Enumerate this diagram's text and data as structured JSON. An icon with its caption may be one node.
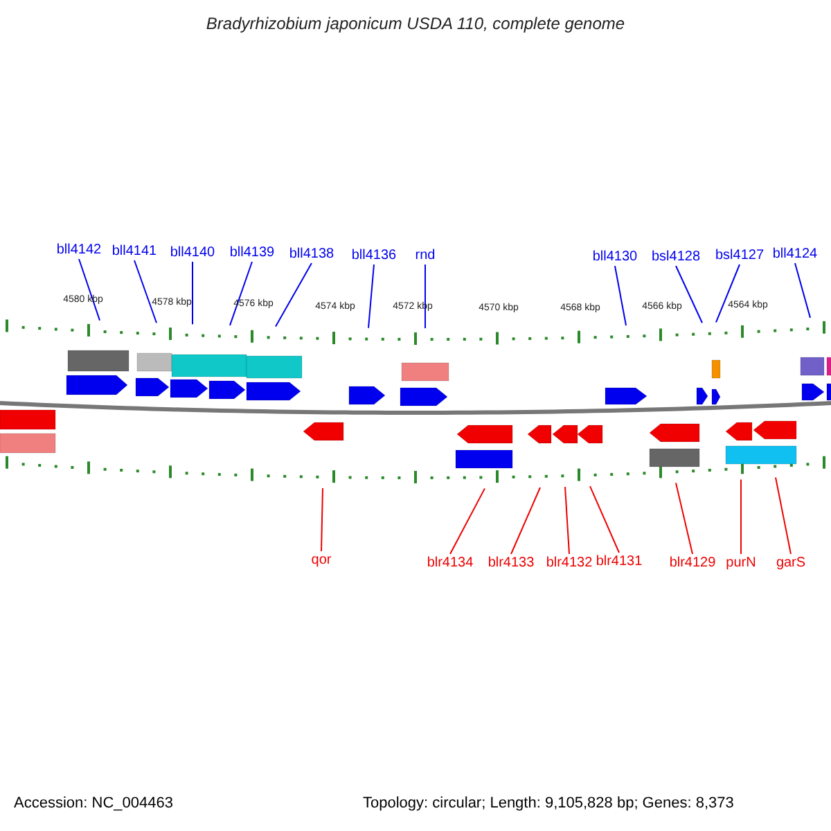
{
  "diagram": {
    "title": "Bradyrhizobium japonicum USDA 110, complete genome",
    "nodes": [
      {
        "text": [
          "bll4142"
        ]
      },
      {
        "text": [
          "bll4141"
        ]
      },
      {
        "text": [
          "bll4140"
        ]
      },
      {
        "text": [
          "bll4139"
        ]
      },
      {
        "text": [
          "bll4138"
        ]
      },
      {
        "text": [
          "bll4136"
        ]
      },
      {
        "text": [
          "rnd"
        ]
      },
      {
        "text": [
          "bll4130"
        ]
      },
      {
        "text": [
          "bsl4128"
        ]
      },
      {
        "text": [
          "bsl4127"
        ]
      },
      {
        "text": [
          "bll4124"
        ]
      },
      {
        "text": [
          "qor"
        ]
      },
      {
        "text": [
          "blr4134"
        ]
      },
      {
        "text": [
          "blr4133"
        ]
      },
      {
        "text": [
          "blr4132"
        ]
      },
      {
        "text": [
          "blr4131"
        ]
      },
      {
        "text": [
          "blr4129"
        ]
      },
      {
        "text": [
          "purN"
        ]
      },
      {
        "text": [
          "garS"
        ]
      }
    ],
    "edges": [
      {
        "from": 0,
        "to": null,
        "arrow": "none",
        "color": "#0000ee"
      },
      {
        "from": 1,
        "to": null,
        "arrow": "none",
        "color": "#0000ee"
      },
      {
        "from": 2,
        "to": null,
        "arrow": "none",
        "color": "#0000ee"
      },
      {
        "from": 3,
        "to": null,
        "arrow": "none",
        "color": "#0000ee"
      },
      {
        "from": 4,
        "to": null,
        "arrow": "none",
        "color": "#0000ee"
      },
      {
        "from": 5,
        "to": null,
        "arrow": "none",
        "color": "#0000ee"
      },
      {
        "from": 6,
        "to": null,
        "arrow": "none",
        "color": "#0000ee"
      },
      {
        "from": 7,
        "to": null,
        "arrow": "none",
        "color": "#0000ee"
      },
      {
        "from": 8,
        "to": null,
        "arrow": "none",
        "color": "#0000ee"
      },
      {
        "from": 9,
        "to": null,
        "arrow": "none",
        "color": "#0000ee"
      },
      {
        "from": 10,
        "to": null,
        "arrow": "none",
        "color": "#0000ee"
      },
      {
        "from": 11,
        "to": null,
        "arrow": "none",
        "color": "#ee0000"
      },
      {
        "from": 12,
        "to": null,
        "arrow": "none",
        "color": "#ee0000"
      },
      {
        "from": 13,
        "to": null,
        "arrow": "none",
        "color": "#ee0000"
      },
      {
        "from": 14,
        "to": null,
        "arrow": "none",
        "color": "#ee0000"
      },
      {
        "from": 15,
        "to": null,
        "arrow": "none",
        "color": "#ee0000"
      },
      {
        "from": 16,
        "to": null,
        "arrow": "none",
        "color": "#ee0000"
      },
      {
        "from": 17,
        "to": null,
        "arrow": "none",
        "color": "#ee0000"
      },
      {
        "from": 18,
        "to": null,
        "arrow": "none",
        "color": "#ee0000"
      }
    ],
    "labels": [
      "4580 kbp",
      "4578 kbp",
      "4576 kbp",
      "4574 kbp",
      "4572 kbp",
      "4570 kbp",
      "4568 kbp",
      "4566 kbp",
      "4564 kbp",
      "Accession: NC_004463",
      "Topology: circular; Length: 9,105,828 bp; Genes: 8,373"
    ]
  }
}
